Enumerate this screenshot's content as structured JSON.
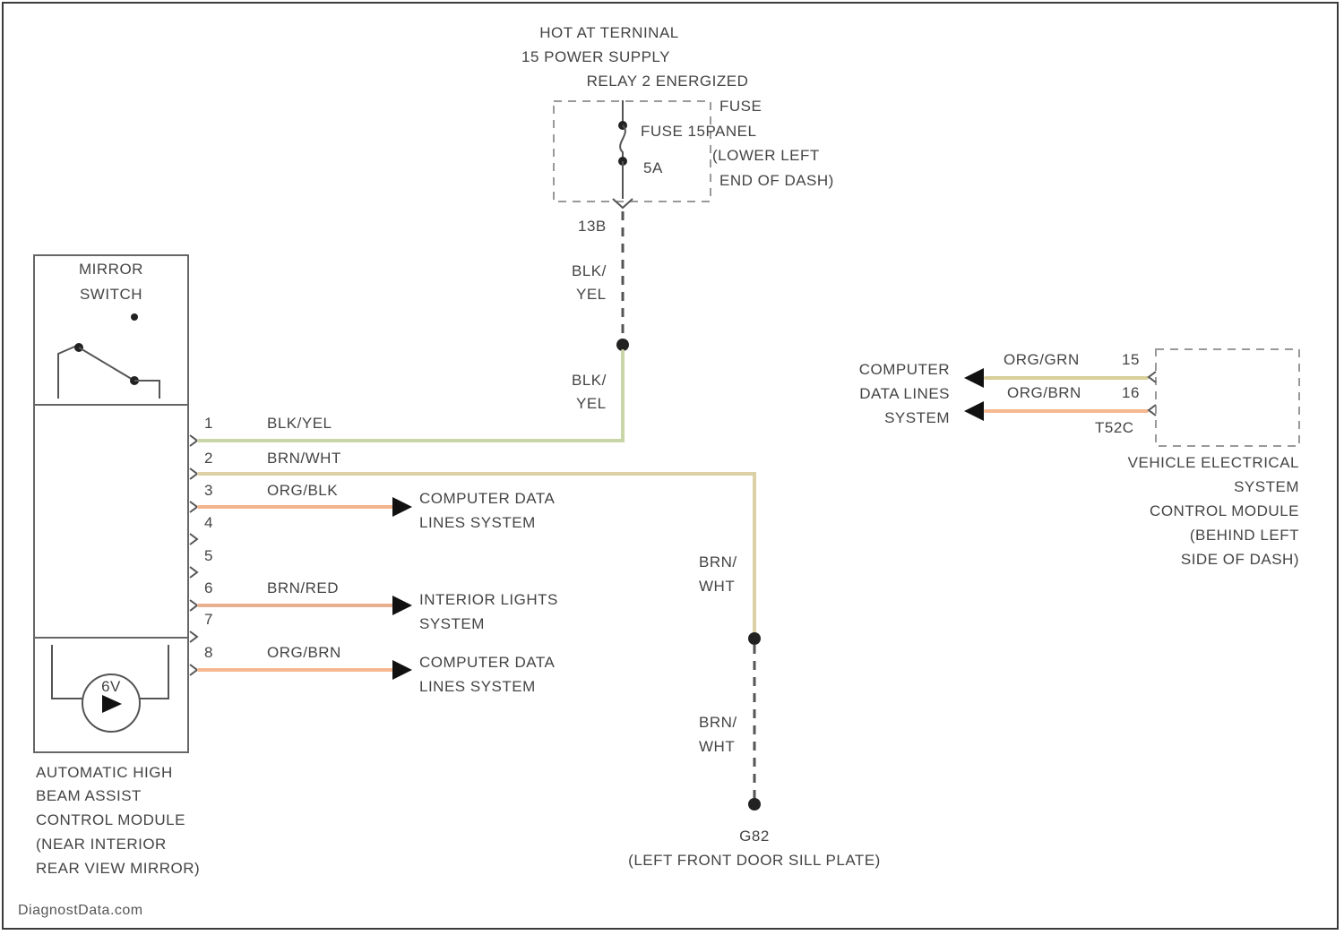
{
  "power_supply": {
    "lines": [
      "HOT AT TERNINAL",
      "15 POWER SUPPLY",
      "RELAY 2 ENERGIZED"
    ],
    "fuse_label": "FUSE",
    "fuse_panel_lines": [
      "FUSE 15PANEL",
      "(LOWER LEFT",
      "END OF DASH)"
    ],
    "fuse_amp": "5A",
    "fuse_number": "13B"
  },
  "wire_labels": {
    "blk_yel_upper": [
      "BLK/",
      "YEL"
    ],
    "blk_yel_lower": [
      "BLK/",
      "YEL"
    ],
    "brn_wht_upper": [
      "BRN/",
      "WHT"
    ],
    "brn_wht_lower": [
      "BRN/",
      "WHT"
    ]
  },
  "module": {
    "switch_lines": [
      "MIRROR",
      "SWITCH"
    ],
    "motor_label": "6V",
    "name_lines": [
      "AUTOMATIC HIGH",
      "BEAM ASSIST",
      "CONTROL MODULE",
      "(NEAR INTERIOR",
      "REAR VIEW MIRROR)"
    ],
    "pins": [
      "1",
      "2",
      "3",
      "4",
      "5",
      "6",
      "7",
      "8"
    ],
    "pin_wires": [
      "BLK/YEL",
      "BRN/WHT",
      "ORG/BLK",
      "BRN/RED",
      "ORG/BRN"
    ]
  },
  "destinations": {
    "data_lines_1": [
      "COMPUTER DATA",
      "LINES SYSTEM"
    ],
    "interior_lights": [
      "INTERIOR LIGHTS",
      "SYSTEM"
    ],
    "data_lines_2": [
      "COMPUTER DATA",
      "LINES SYSTEM"
    ]
  },
  "vehicle_module": {
    "wire_top": "ORG/GRN",
    "wire_bottom": "ORG/BRN",
    "pin_top": "15",
    "pin_bottom": "16",
    "connector": "T52C",
    "data_lines_lines": [
      "COMPUTER",
      "DATA LINES",
      "SYSTEM"
    ],
    "name_lines": [
      "VEHICLE ELECTRICAL",
      "SYSTEM",
      "CONTROL MODULE",
      "(BEHIND LEFT",
      "SIDE OF DASH)"
    ]
  },
  "ground": {
    "id": "G82",
    "location": "(LEFT FRONT DOOR SILL PLATE)"
  },
  "watermark": "DiagnostData.com",
  "colors": {
    "blk_yel": "#c9d6a8",
    "brn_wht": "#dcd0a6",
    "org_blk": "#f2b48c",
    "brn_red": "#e8b090",
    "org_brn": "#f5b890",
    "org_grn": "#d9cf9a"
  }
}
